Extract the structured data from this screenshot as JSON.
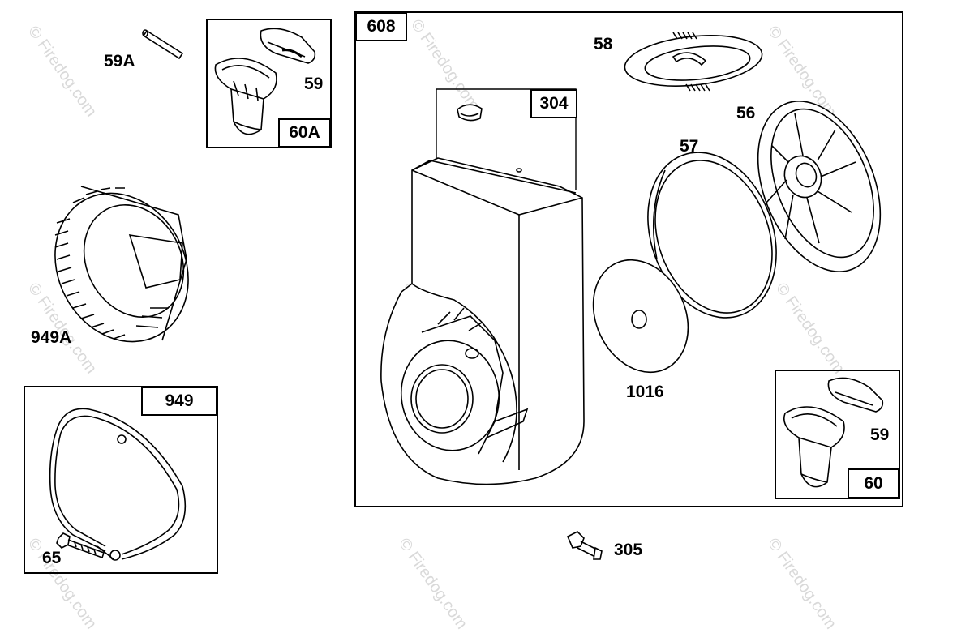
{
  "watermark": "© Firedog.com",
  "colors": {
    "line": "#000000",
    "background": "#ffffff",
    "watermark": "#d9d9d9"
  },
  "labels": {
    "p59A": "59A",
    "p59_top": "59",
    "p60A": "60A",
    "p949A": "949A",
    "p949": "949",
    "p65": "65",
    "p608": "608",
    "p304": "304",
    "p58": "58",
    "p56": "56",
    "p57": "57",
    "p1016": "1016",
    "p59_right": "59",
    "p60": "60",
    "p305": "305"
  }
}
